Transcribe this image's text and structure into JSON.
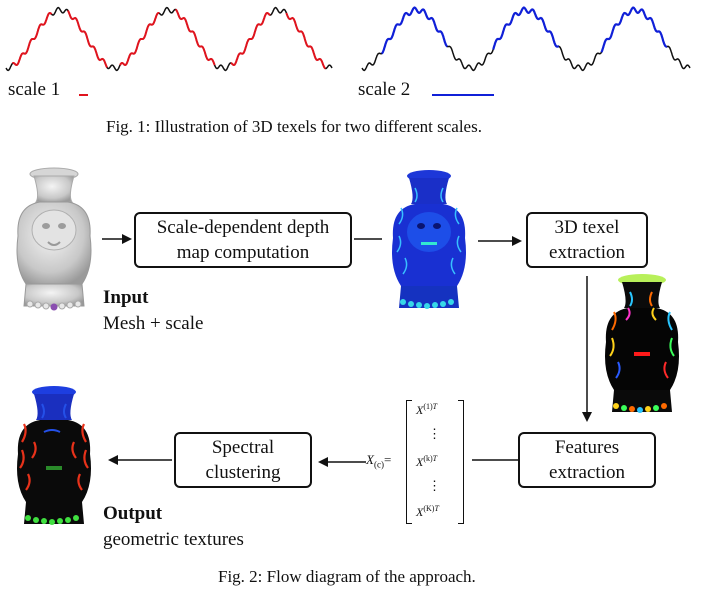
{
  "fig1": {
    "scale1_label": "scale 1",
    "scale2_label": "scale 2",
    "caption": "Fig. 1: Illustration of 3D texels for two different scales.",
    "colors": {
      "scale1": "#e0141e",
      "scale2": "#1020d8",
      "wave": "#111111"
    }
  },
  "fig2": {
    "caption": "Fig. 2: Flow diagram of the approach.",
    "boxes": {
      "depth_line1": "Scale-dependent depth",
      "depth_line2": "map computation",
      "texel_line1": "3D texel",
      "texel_line2": "extraction",
      "features_line1": "Features",
      "features_line2": "extraction",
      "spectral_line1": "Spectral",
      "spectral_line2": "clustering"
    },
    "input_title": "Input",
    "input_subtitle": "Mesh + scale",
    "output_title": "Output",
    "output_subtitle": "geometric textures",
    "matrix": {
      "lhs_main": "X",
      "lhs_sub": "(c)",
      "equals": "=",
      "row1": "X",
      "row1_sup": "(1)",
      "row2": "X",
      "row2_sup": "(k)",
      "row3": "X",
      "row3_sup": "(K)",
      "transpose": "T",
      "dots": "⋮"
    }
  }
}
